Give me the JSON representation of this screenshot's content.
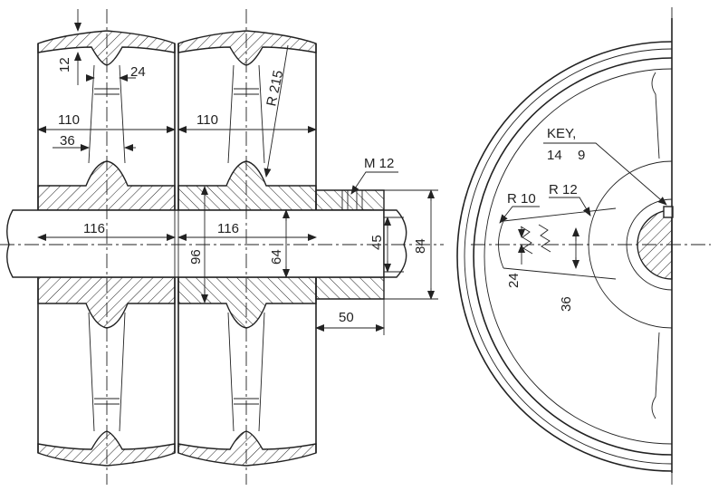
{
  "labels": {
    "d12": "12",
    "d24_top": "24",
    "d110_a": "110",
    "d110_b": "110",
    "d36_left": "36",
    "r215": "R 215",
    "m12": "M 12",
    "d116_a": "116",
    "d116_b": "116",
    "d96": "96",
    "d64": "64",
    "d45": "45",
    "d84": "84",
    "d50": "50",
    "key_title": "KEY,",
    "key_w": "14",
    "key_h": "9",
    "r10": "R 10",
    "r12": "R 12",
    "d24_right": "24",
    "d36_right": "36"
  }
}
